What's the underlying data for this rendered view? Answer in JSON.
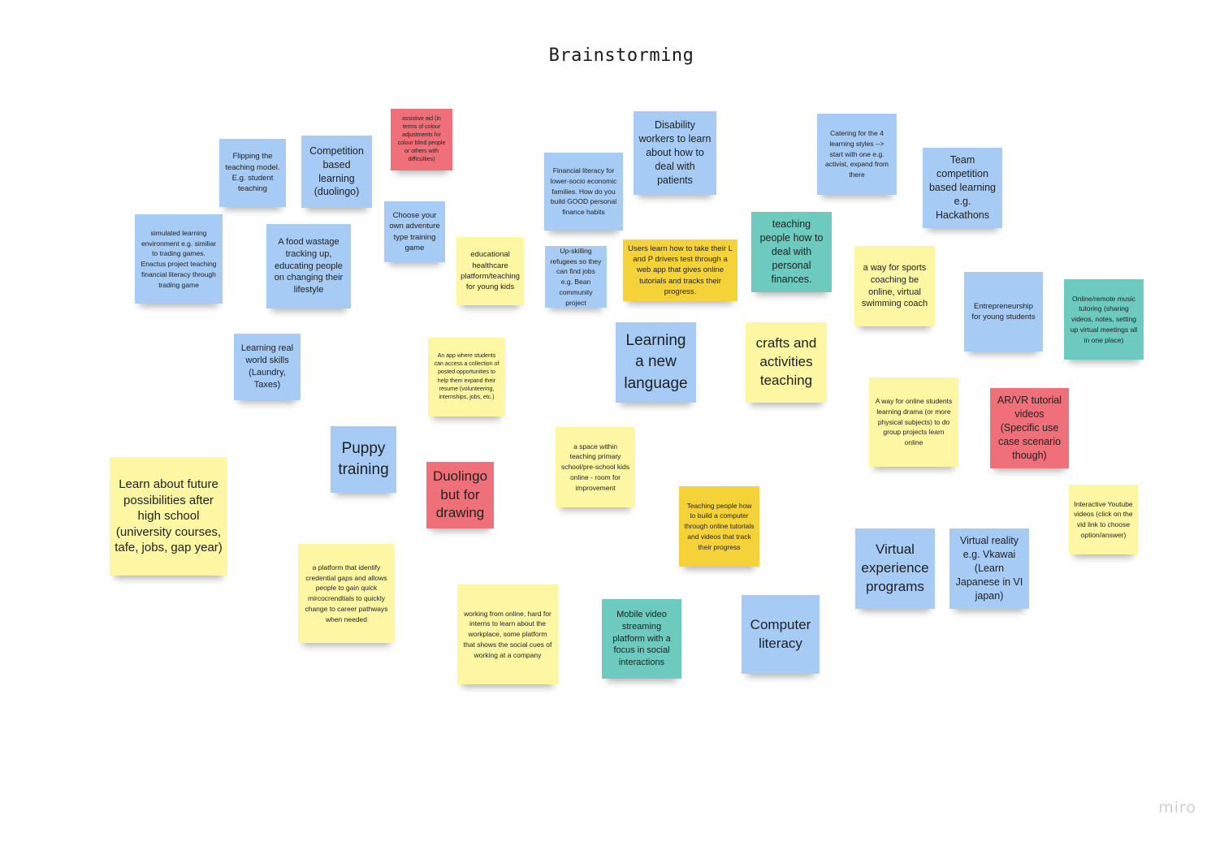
{
  "board": {
    "title": "Brainstorming"
  },
  "notes": [
    {
      "text": "Flipping the teaching model. E.g. student teaching",
      "color": "blue"
    },
    {
      "text": "Competition based learning (duolingo)",
      "color": "blue"
    },
    {
      "text": "assistive aid (in terms of colour adjustments for colour blind people or others with difficulties)",
      "color": "red"
    },
    {
      "text": "Disability workers to learn about how to deal with patients",
      "color": "blue"
    },
    {
      "text": "Financial literacy for lower-socio economic families. How do you build GOOD personal finance habits",
      "color": "blue"
    },
    {
      "text": "Catering for the 4 learning styles --> start with one e.g. activist, expand from there",
      "color": "blue"
    },
    {
      "text": "Team competition based learning e.g. Hackathons",
      "color": "blue"
    },
    {
      "text": "simulated learning environment e.g. similiar to trading games. Enactus project teaching financial literacy through trading game",
      "color": "blue"
    },
    {
      "text": "A food wastage tracking up, educating people on changing their lifestyle",
      "color": "blue"
    },
    {
      "text": "Choose your own adventure type training game",
      "color": "blue"
    },
    {
      "text": "educational healthcare platform/teaching for young kids",
      "color": "yellow"
    },
    {
      "text": "Up-skilling refugees so they can find jobs e.g. Bean community project",
      "color": "blue"
    },
    {
      "text": "Users learn how to take their L and P drivers test through a web app that gives online tutorials and tracks their progress.",
      "color": "gold"
    },
    {
      "text": "teaching people how to deal with personal finances.",
      "color": "teal"
    },
    {
      "text": "a way for sports coaching be online, virtual swimming coach",
      "color": "yellow"
    },
    {
      "text": "Entrepreneurship for young students",
      "color": "blue"
    },
    {
      "text": "Online/remote music tutoring (sharing videos, notes, setting up virtual meetings all in one place)",
      "color": "teal"
    },
    {
      "text": "Learning real world skills (Laundry, Taxes)",
      "color": "blue"
    },
    {
      "text": "An app where students can access a collection of posted opportunities to help them expand their resume (volunteering, internships, jobs, etc.)",
      "color": "yellow"
    },
    {
      "text": "Learning a new language",
      "color": "blue"
    },
    {
      "text": "crafts and activities teaching",
      "color": "yellow"
    },
    {
      "text": "A way for online students learning drama (or more physical subjects) to do group projects learn online",
      "color": "yellow"
    },
    {
      "text": "AR/VR tutorial videos (Specific use case scenario though)",
      "color": "red"
    },
    {
      "text": "Puppy training",
      "color": "blue"
    },
    {
      "text": "Duolingo but for drawing",
      "color": "red"
    },
    {
      "text": "a space within teaching primary school/pre-school kids online - room for improvement",
      "color": "yellow"
    },
    {
      "text": "Learn about future possibilities after high school (university courses, tafe, jobs, gap year)",
      "color": "yellow"
    },
    {
      "text": "Teaching people how to build a computer through online tutorials and videos that track their progress",
      "color": "gold"
    },
    {
      "text": "Interactive Youtube videos (click on the vid link to choose option/answer)",
      "color": "yellow"
    },
    {
      "text": "a platform that identify credential gaps and allows people to gain quick mircocrendtials to quickly change to career pathways when needed",
      "color": "yellow"
    },
    {
      "text": "Virtual experience programs",
      "color": "blue"
    },
    {
      "text": "Virtual reality e.g. Vkawai (Learn Japanese in VI japan)",
      "color": "blue"
    },
    {
      "text": "working from online, hard for interns to learn about the workplace, some platform that shows the social cues of working at a company",
      "color": "yellow"
    },
    {
      "text": "Mobile video streaming platform with a focus in social interactions",
      "color": "teal"
    },
    {
      "text": "Computer literacy",
      "color": "blue"
    }
  ],
  "watermark": "miro",
  "colors": {
    "blue": "#a6cbf5",
    "yellow": "#fdf6a3",
    "gold": "#f5d338",
    "teal": "#6ccbbe",
    "red": "#f0707a"
  }
}
